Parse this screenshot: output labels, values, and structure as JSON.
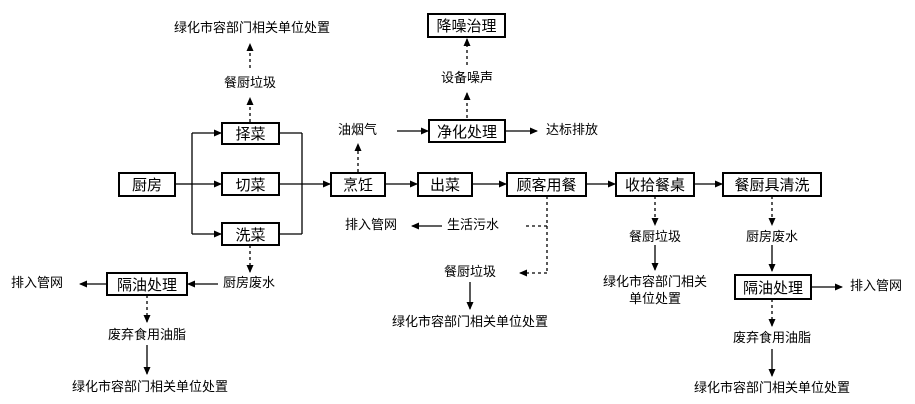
{
  "nodes": {
    "kitchen": "厨房",
    "pick": "择菜",
    "cut": "切菜",
    "wash": "洗菜",
    "cook": "烹饪",
    "serve": "出菜",
    "dine": "顾客用餐",
    "clear": "收拾餐桌",
    "clean": "餐厨具清洗",
    "purify": "净化处理",
    "noise_ctrl": "降噪治理",
    "oil_sep_left": "隔油处理",
    "oil_sep_right": "隔油处理"
  },
  "labels": {
    "green_dept_top": "绿化市容部门相关单位处置",
    "kitchen_waste_top": "餐厨垃圾",
    "equipment_noise": "设备噪声",
    "oil_smoke": "油烟气",
    "standard_discharge": "达标排放",
    "sewer_mid": "排入管网",
    "domestic_sewage": "生活污水",
    "kitchen_waste_mid": "餐厨垃圾",
    "green_dept_mid": "绿化市容部门相关单位处置",
    "sewer_left": "排入管网",
    "kitchen_wastewater_left": "厨房废水",
    "waste_oil_left": "废弃食用油脂",
    "green_dept_left": "绿化市容部门相关单位处置",
    "kitchen_waste_right": "餐厨垃圾",
    "green_dept_right_line1": "绿化市容部门相关",
    "green_dept_right_line2": "单位处置",
    "kitchen_wastewater_right": "厨房废水",
    "sewer_right": "排入管网",
    "waste_oil_right": "废弃食用油脂",
    "green_dept_bottom_right": "绿化市容部门相关单位处置"
  }
}
